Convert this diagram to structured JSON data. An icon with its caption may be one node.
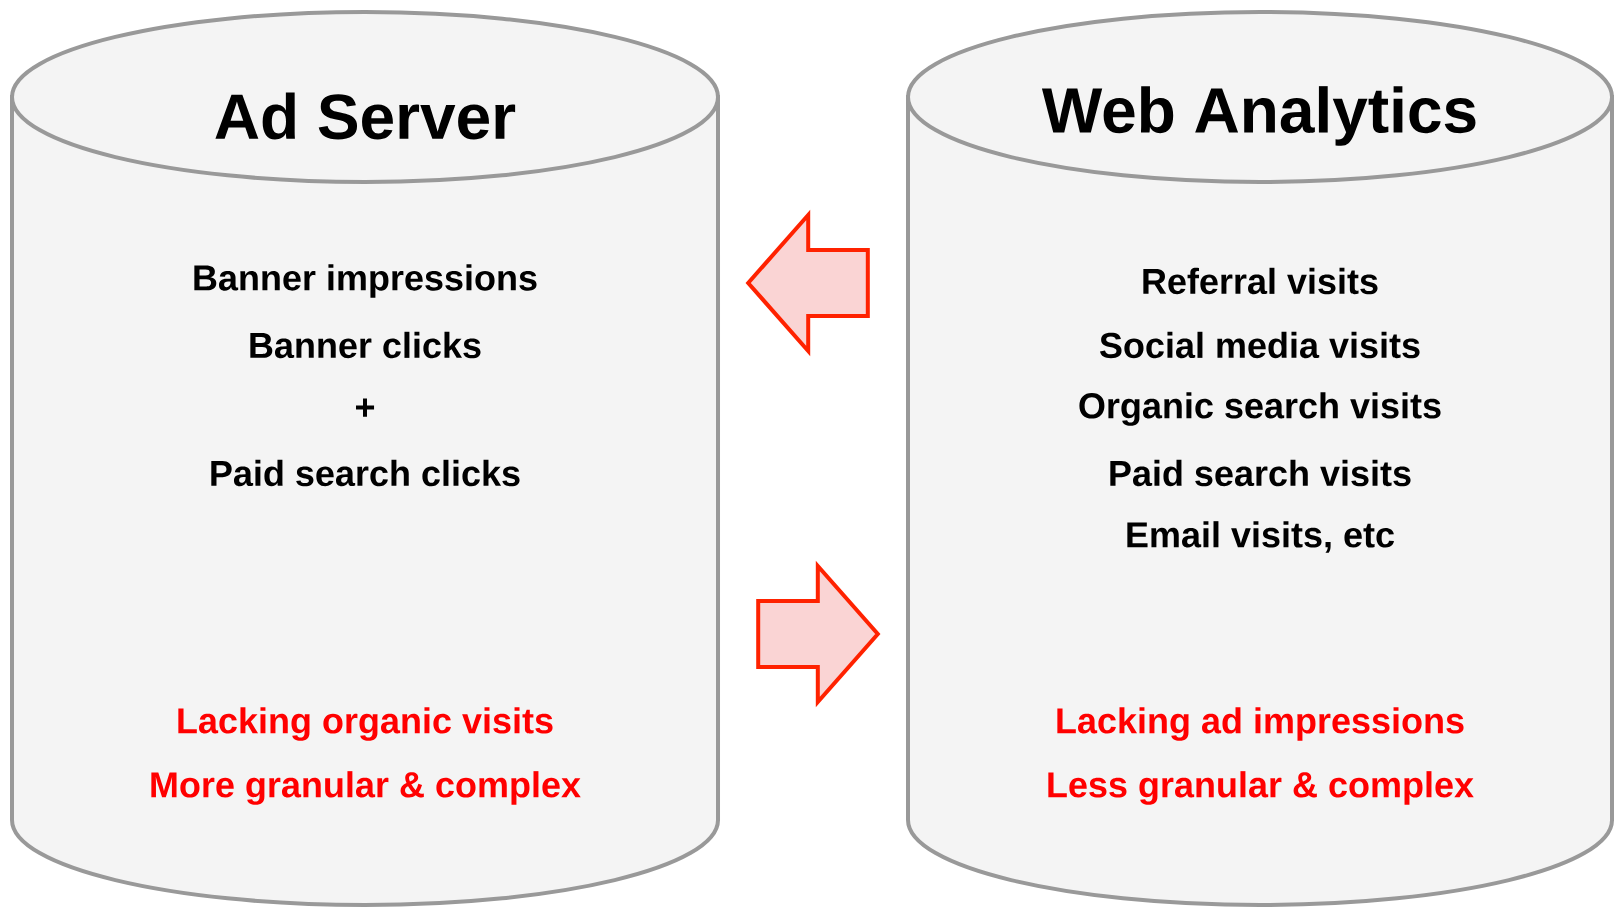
{
  "diagram": {
    "nodes": [
      {
        "text": [
          "Ad Server",
          "Banner impressions",
          "Banner clicks",
          "+",
          "Paid search clicks",
          "Lacking organic visits",
          "More granular & complex"
        ]
      },
      {
        "text": [
          "Web Analytics",
          "Referral visits",
          "Social media visits",
          "Organic search visits",
          "Paid search visits",
          "Email visits, etc",
          "Lacking ad impressions",
          "Less granular & complex"
        ]
      }
    ],
    "edges": [
      {
        "from": 1,
        "to": 0,
        "arrow": "to"
      },
      {
        "from": 0,
        "to": 1,
        "arrow": "to"
      }
    ]
  }
}
